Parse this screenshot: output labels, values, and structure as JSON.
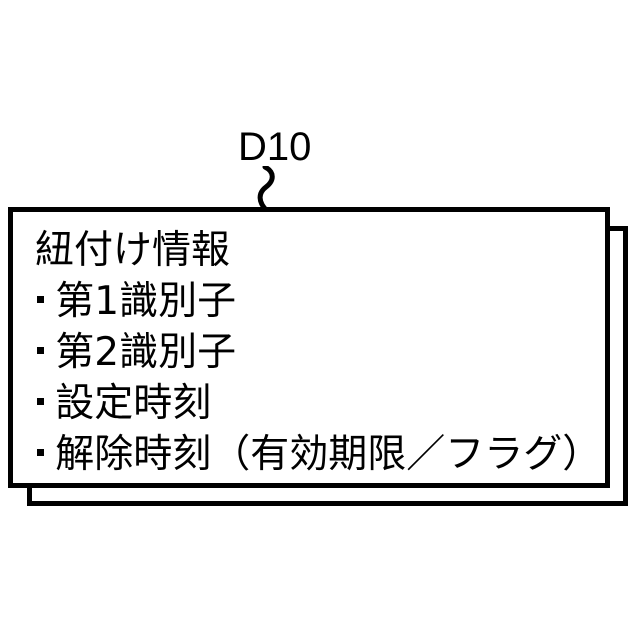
{
  "figure": {
    "reference_label": "D10",
    "background_color": "#ffffff",
    "line_color": "#000000"
  },
  "data_block": {
    "title": "紐付け情報",
    "fields": [
      {
        "label": "第1識別子"
      },
      {
        "label": "第2識別子"
      },
      {
        "label": "設定時刻"
      },
      {
        "label": "解除時刻（有効期限／フラグ）"
      }
    ]
  },
  "chart_data": {
    "type": "table",
    "title": "紐付け情報",
    "categories": [
      "第1識別子",
      "第2識別子",
      "設定時刻",
      "解除時刻（有効期限／フラグ）"
    ],
    "annotations": [
      "D10"
    ]
  }
}
